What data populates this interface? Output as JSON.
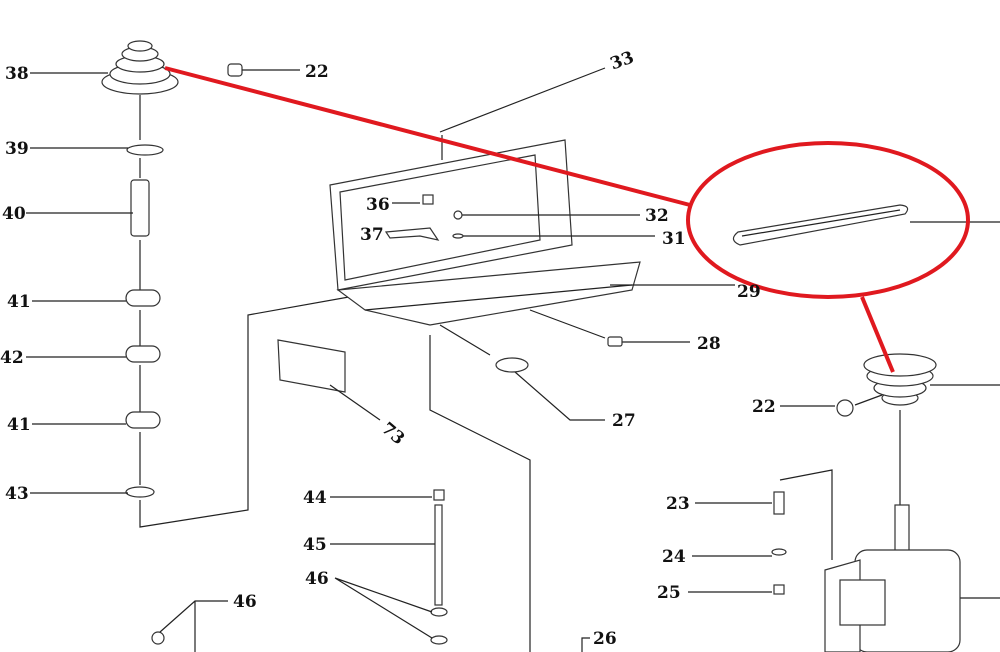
{
  "diagram": {
    "type": "exploded parts diagram",
    "highlight_color": "#e0191f",
    "callouts": {
      "c38": "38",
      "c22a": "22",
      "c39": "39",
      "c40": "40",
      "c41a": "41",
      "c42": "42",
      "c41b": "41",
      "c43": "43",
      "c33": "33",
      "c36": "36",
      "c32": "32",
      "c37": "37",
      "c31": "31",
      "c29": "29",
      "c28": "28",
      "c27": "27",
      "c73": "73",
      "c44": "44",
      "c45": "45",
      "c46a": "46",
      "c46b": "46",
      "c26": "26",
      "c22b": "22",
      "c23": "23",
      "c24": "24",
      "c25": "25"
    }
  }
}
